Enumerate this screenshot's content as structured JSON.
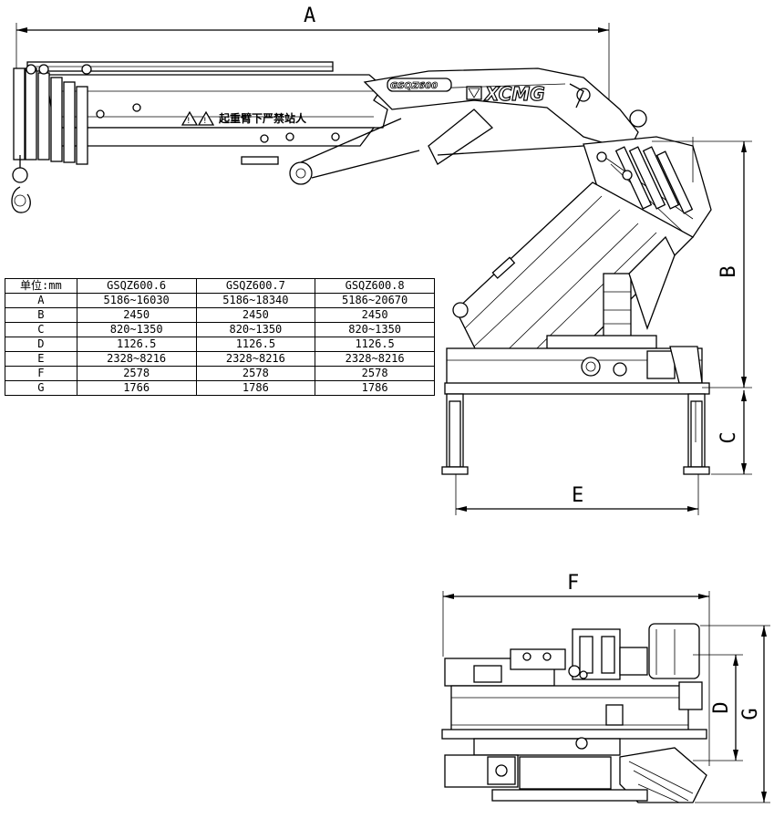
{
  "dimensions": {
    "A": "A",
    "B": "B",
    "C": "C",
    "D": "D",
    "E": "E",
    "F": "F",
    "G": "G"
  },
  "boom": {
    "warning_text": "起重臂下严禁站人",
    "model_badge": "GSQZ600",
    "brand_logo": "XCMG"
  },
  "spec_table": {
    "header": [
      "单位:mm",
      "GSQZ600.6",
      "GSQZ600.7",
      "GSQZ600.8"
    ],
    "rows": [
      [
        "A",
        "5186~16030",
        "5186~18340",
        "5186~20670"
      ],
      [
        "B",
        "2450",
        "2450",
        "2450"
      ],
      [
        "C",
        "820~1350",
        "820~1350",
        "820~1350"
      ],
      [
        "D",
        "1126.5",
        "1126.5",
        "1126.5"
      ],
      [
        "E",
        "2328~8216",
        "2328~8216",
        "2328~8216"
      ],
      [
        "F",
        "2578",
        "2578",
        "2578"
      ],
      [
        "G",
        "1766",
        "1786",
        "1786"
      ]
    ]
  }
}
